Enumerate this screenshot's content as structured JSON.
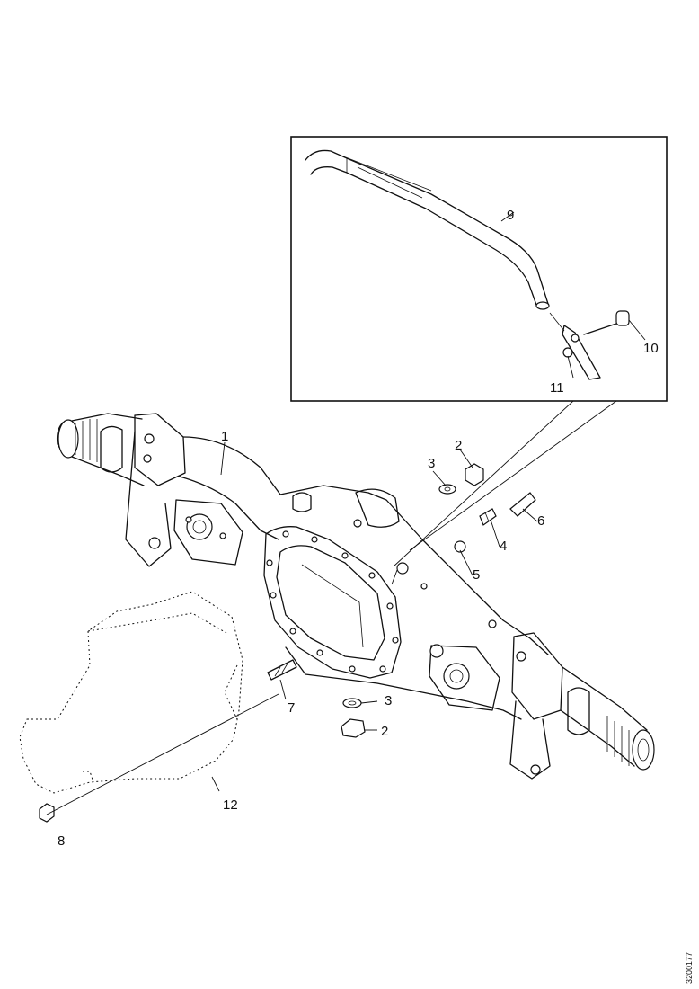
{
  "diagram": {
    "reference_code": "3200177",
    "callouts": [
      {
        "id": "c1",
        "label": "1"
      },
      {
        "id": "c2a",
        "label": "2"
      },
      {
        "id": "c3a",
        "label": "3"
      },
      {
        "id": "c4",
        "label": "4"
      },
      {
        "id": "c5",
        "label": "5"
      },
      {
        "id": "c6",
        "label": "6"
      },
      {
        "id": "c7",
        "label": "7"
      },
      {
        "id": "c3b",
        "label": "3"
      },
      {
        "id": "c2b",
        "label": "2"
      },
      {
        "id": "c8",
        "label": "8"
      },
      {
        "id": "c12",
        "label": "12"
      },
      {
        "id": "c9",
        "label": "9"
      },
      {
        "id": "c10",
        "label": "10"
      },
      {
        "id": "c11",
        "label": "11"
      }
    ]
  }
}
